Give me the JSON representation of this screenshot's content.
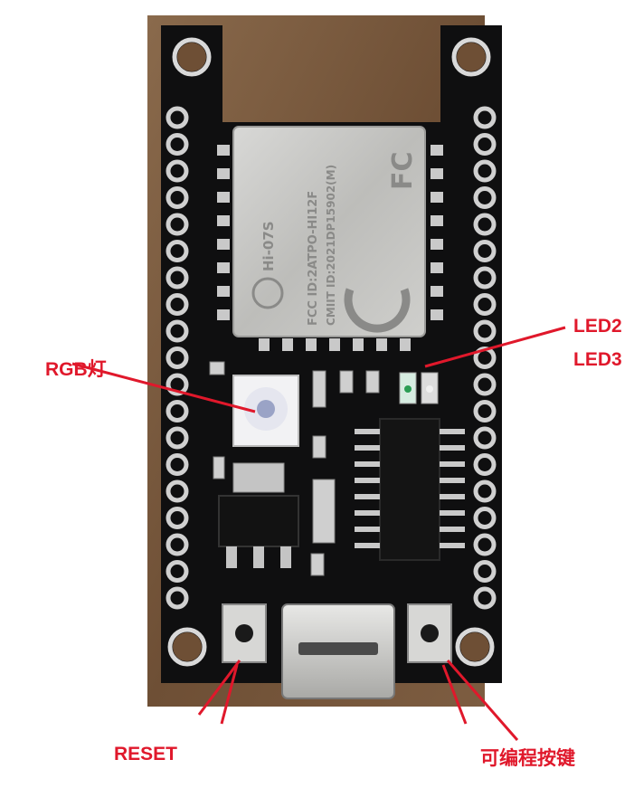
{
  "annotations": {
    "rgb_led": "RGB灯",
    "led2": "LED2",
    "led3": "LED3",
    "reset": "RESET",
    "programmable_button": "可编程按键"
  },
  "module": {
    "model": "Hi-07S",
    "fcc_id": "FCC ID:2ATPO-HI12F",
    "cmiit_id": "CMIIT ID:2021DP15902(M)"
  },
  "colors": {
    "annotation": "#e0182b",
    "board": "#111111",
    "background": "#7a5a3e"
  }
}
